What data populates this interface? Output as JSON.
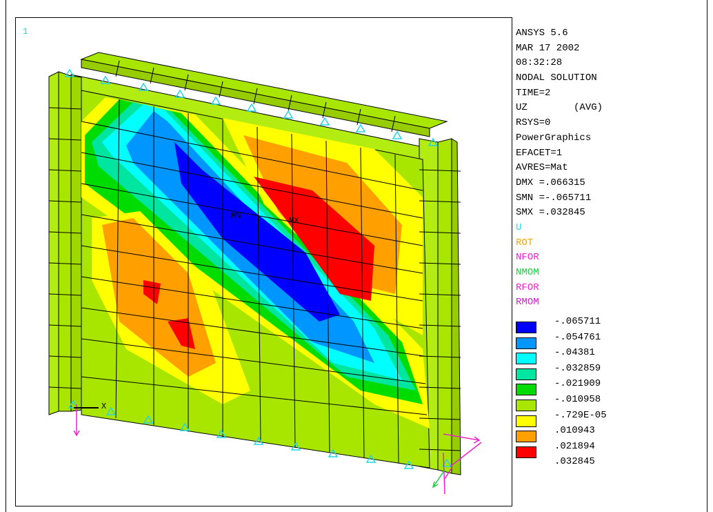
{
  "window_number": "1",
  "info_lines": [
    "ANSYS 5.6",
    "MAR 17 2002",
    "08:32:28",
    "NODAL SOLUTION",
    "TIME=2",
    "UZ        (AVG)",
    "RSYS=0",
    "PowerGraphics",
    "EFACET=1",
    "AVRES=Mat",
    "DMX =.066315",
    "SMN =-.065711",
    "SMX =.032845"
  ],
  "symbol_keys": {
    "u": "U",
    "rot": "ROT",
    "nfor": "NFOR",
    "nmom": "NMOM",
    "rfor": "RFOR",
    "rmom": "RMOM"
  },
  "legend": {
    "colors": [
      "#0000ff",
      "#0096ff",
      "#00ffff",
      "#00e6a0",
      "#00dc00",
      "#a8e600",
      "#ffff00",
      "#ffa000",
      "#ff0000"
    ],
    "values": [
      "-.065711",
      "-.054761",
      "-.04381",
      "-.032859",
      "-.021909",
      "-.010958",
      "-.729E-05",
      ".010943",
      ".021894",
      ".032845"
    ]
  },
  "plot_labels": {
    "min": "MN",
    "max": "MX",
    "x_axis": "X"
  }
}
